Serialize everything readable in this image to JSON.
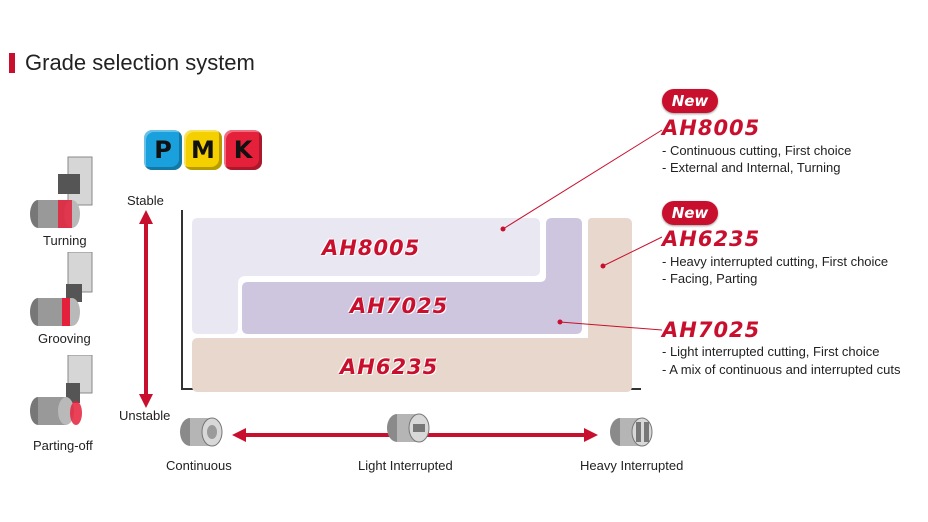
{
  "header": {
    "title": "Grade selection system"
  },
  "pmk": {
    "items": [
      {
        "letter": "P",
        "color": "#1aa0dc"
      },
      {
        "letter": "M",
        "color": "#f5d000"
      },
      {
        "letter": "K",
        "color": "#e5203a"
      }
    ]
  },
  "axis": {
    "stable_label": "Stable",
    "unstable_label": "Unstable",
    "continuous_label": "Continuous",
    "light_label": "Light Interrupted",
    "heavy_label": "Heavy Interrupted"
  },
  "operations": [
    {
      "label": "Turning"
    },
    {
      "label": "Grooving"
    },
    {
      "label": "Parting-off"
    }
  ],
  "grades_in_chart": {
    "ah8005": "AH8005",
    "ah7025": "AH7025",
    "ah6235": "AH6235"
  },
  "region_colors": {
    "ah8005": "#e9e8f2",
    "ah7025": "#cec5df",
    "ah6235": "#e8d7cc"
  },
  "callouts": [
    {
      "badge": "New",
      "title": "AH8005",
      "lines": [
        "- Continuous cutting, First choice",
        "- External and Internal, Turning"
      ]
    },
    {
      "badge": "New",
      "title": "AH6235",
      "lines": [
        "- Heavy interrupted cutting, First choice",
        "- Facing, Parting"
      ]
    },
    {
      "badge": "",
      "title": "AH7025",
      "lines": [
        "- Light interrupted cutting, First choice",
        "- A mix of continuous and interrupted cuts"
      ]
    }
  ],
  "accent_color": "#c8102e"
}
